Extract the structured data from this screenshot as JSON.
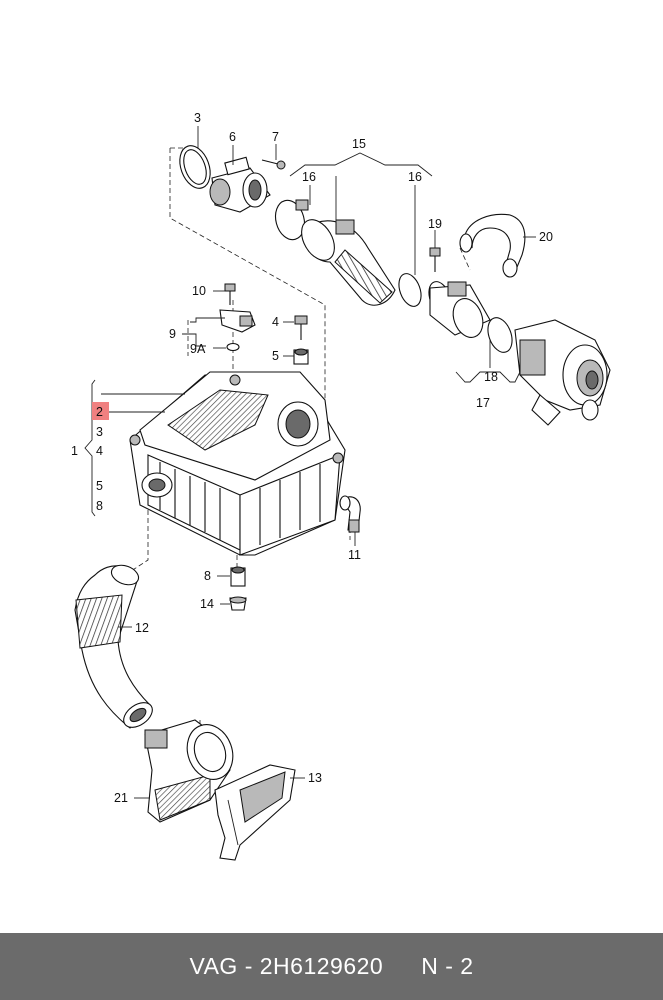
{
  "diagram": {
    "labels": {
      "l3": "3",
      "l6": "6",
      "l7": "7",
      "l15": "15",
      "l16a": "16",
      "l16b": "16",
      "l19": "19",
      "l20": "20",
      "l10": "10",
      "l9": "9",
      "l9a": "9A",
      "l4": "4",
      "l5": "5",
      "l18": "18",
      "l17": "17",
      "g2": "2",
      "g3": "3",
      "g4": "4",
      "g5": "5",
      "g8": "8",
      "g1": "1",
      "l11": "11",
      "l8": "8",
      "l14": "14",
      "l12": "12",
      "l13": "13",
      "l21": "21"
    },
    "highlight_color": "#f08080"
  },
  "footer": {
    "brand": "VAG - 2H6129620",
    "sheet": "N - 2",
    "background": "#6b6b6b"
  }
}
